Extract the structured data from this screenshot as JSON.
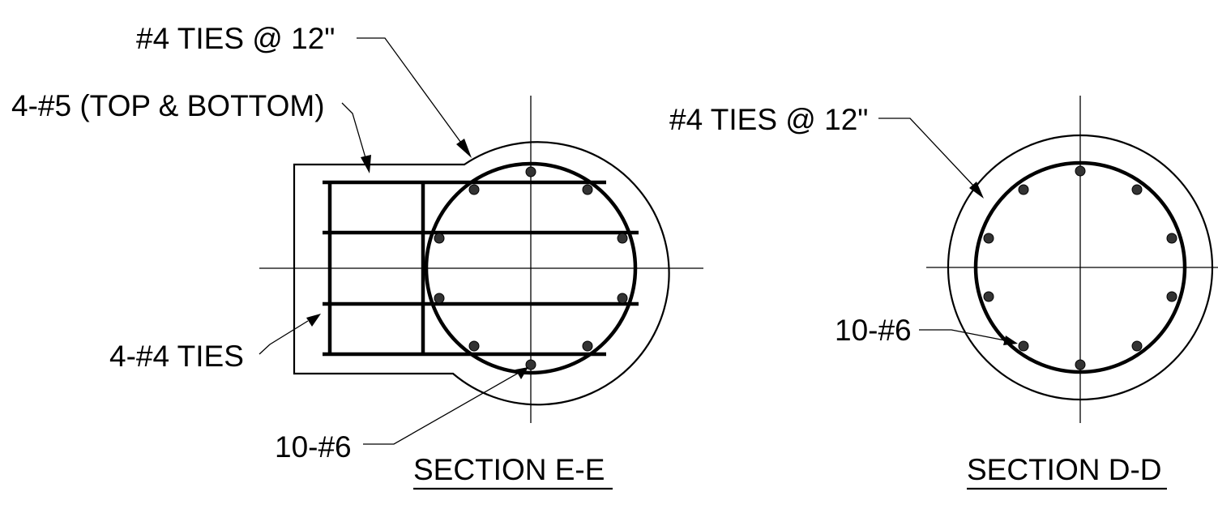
{
  "section_e": {
    "title": "SECTION E-E",
    "ties_callout": "#4 TIES @ 12\"",
    "long_bars_callout": "4-#5 (TOP & BOTTOM)",
    "cross_ties_callout": "4-#4 TIES",
    "vertical_bars_callout": "10-#6"
  },
  "section_d": {
    "title": "SECTION D-D",
    "ties_callout": "#4 TIES @ 12\"",
    "vertical_bars_callout": "10-#6"
  },
  "colors": {
    "ink": "#000000",
    "bar_fill": "#333333",
    "background": "#ffffff"
  }
}
